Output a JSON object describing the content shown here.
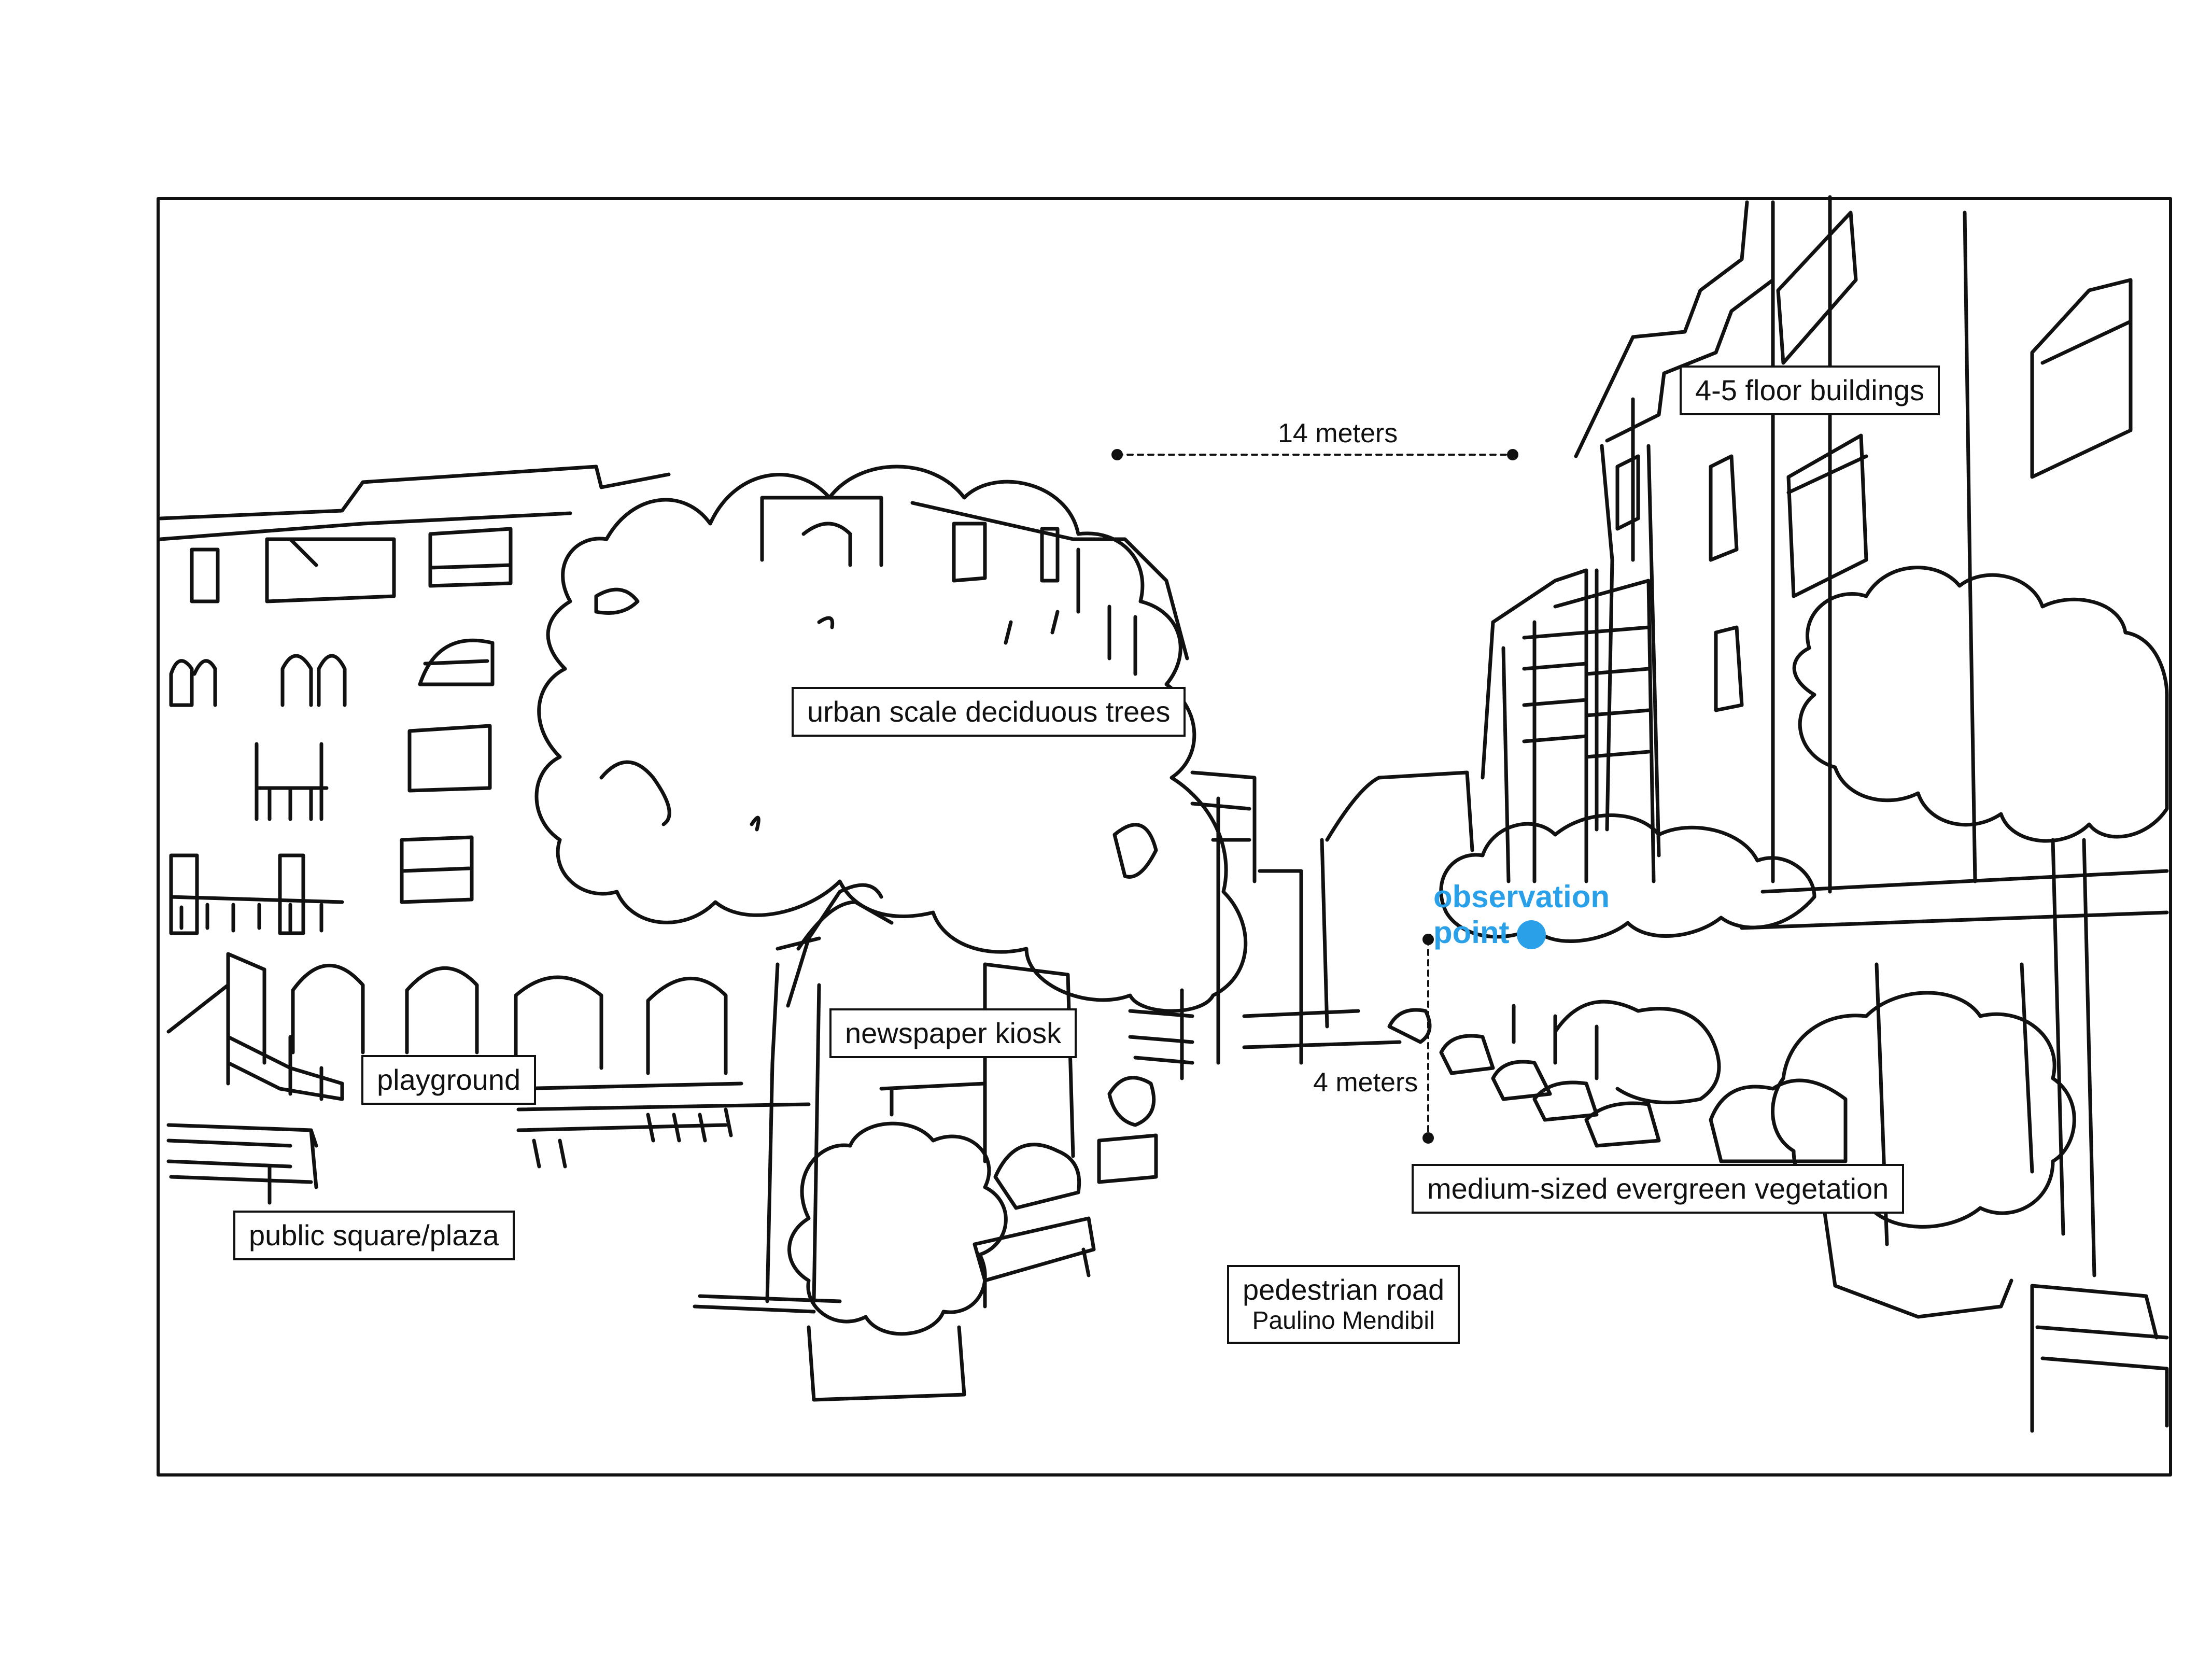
{
  "labels": {
    "buildings": "4-5 floor buildings",
    "trees": "urban scale deciduous trees",
    "kiosk": "newspaper kiosk",
    "playground": "playground",
    "plaza": "public square/plaza",
    "vegetation": "medium-sized evergreen vegetation",
    "road_title": "pedestrian road",
    "road_name": "Paulino Mendibil"
  },
  "dimensions": {
    "width": "14 meters",
    "height": "4 meters"
  },
  "observation": {
    "line1": "observation",
    "line2": "point",
    "icon": "observation-dot-icon"
  },
  "colors": {
    "observation": "#2aa0e8",
    "ink": "#111111"
  }
}
